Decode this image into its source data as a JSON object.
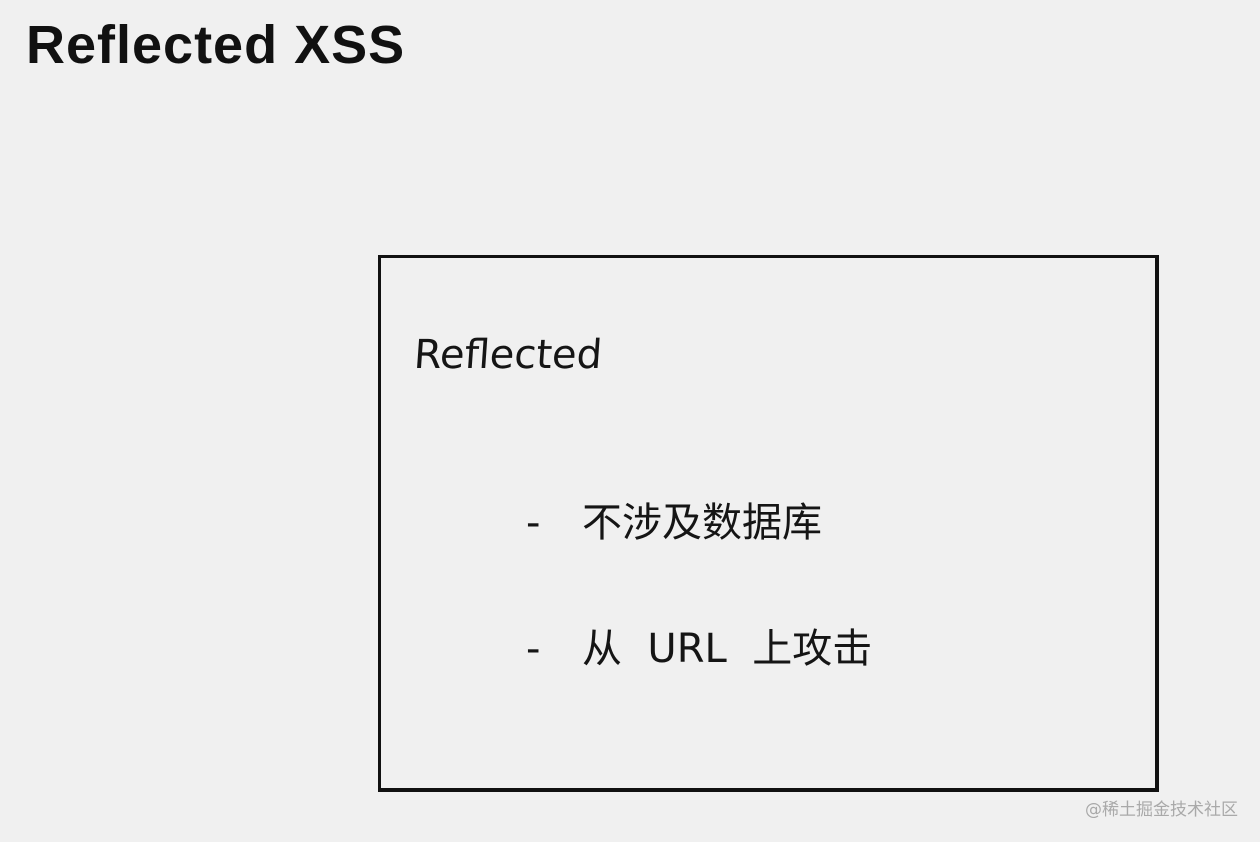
{
  "page": {
    "title": "Reflected XSS"
  },
  "card": {
    "heading": "Reflected",
    "bullets": [
      {
        "marker": "-",
        "text": "不涉及数据库"
      },
      {
        "marker": "-",
        "text": "从  URL  上攻击"
      }
    ]
  },
  "watermark": {
    "text": "@稀土掘金技术社区"
  },
  "colors": {
    "background": "#f0f0f0",
    "ink": "#111111",
    "watermark": "#a9a9a9"
  }
}
